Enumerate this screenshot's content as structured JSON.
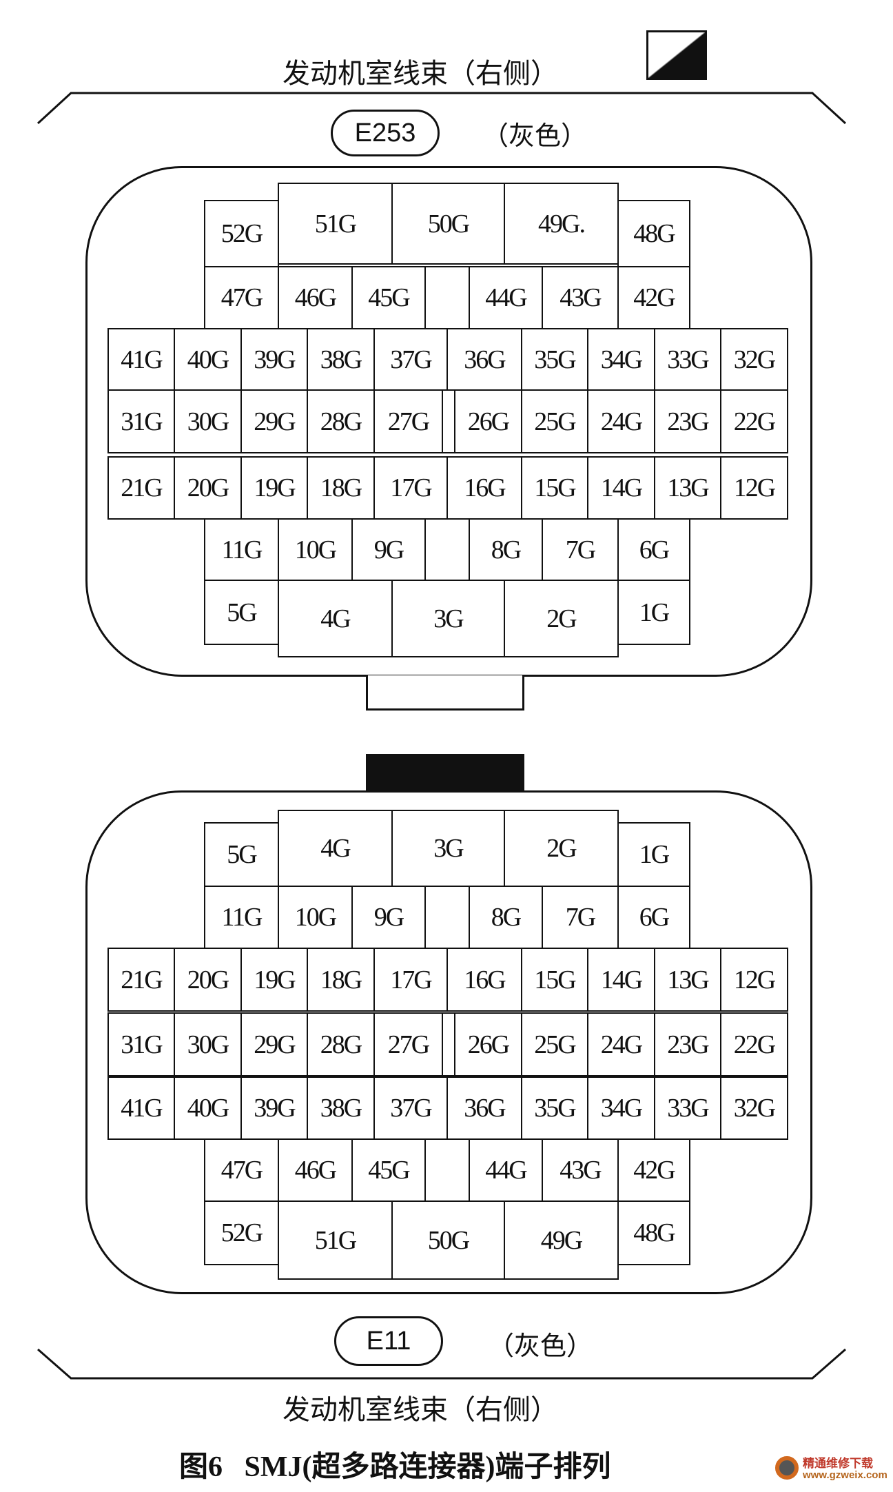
{
  "figure": {
    "caption_number": "图6",
    "caption_text": "SMJ(超多路连接器)端子排列"
  },
  "watermark": {
    "brand": "精通维修下载",
    "url": "www.gzweix.com"
  },
  "connectors": [
    {
      "harness": "发动机室线束（右侧）",
      "id": "E253",
      "color": "（灰色）",
      "rows": {
        "A": [
          "52G",
          "51G",
          "50G",
          "49G.",
          "48G"
        ],
        "B": [
          "47G",
          "46G",
          "45G",
          "",
          "44G",
          "43G",
          "42G"
        ],
        "C": [
          "41G",
          "40G",
          "39G",
          "38G",
          "37G",
          "36G",
          "35G",
          "34G",
          "33G",
          "32G"
        ],
        "D": [
          "31G",
          "30G",
          "29G",
          "28G",
          "27G",
          "",
          "26G",
          "25G",
          "24G",
          "23G",
          "22G"
        ],
        "E": [
          "21G",
          "20G",
          "19G",
          "18G",
          "17G",
          "16G",
          "15G",
          "14G",
          "13G",
          "12G"
        ],
        "F": [
          "11G",
          "10G",
          "9G",
          "",
          "8G",
          "7G",
          "6G"
        ],
        "G": [
          "5G",
          "4G",
          "3G",
          "2G",
          "1G"
        ]
      }
    },
    {
      "harness": "发动机室线束（右侧）",
      "id": "E11",
      "color": "（灰色）",
      "rows": {
        "A": [
          "52G",
          "51G",
          "50G",
          "49G",
          "48G"
        ],
        "B": [
          "47G",
          "46G",
          "45G",
          "",
          "44G",
          "43G",
          "42G"
        ],
        "C": [
          "41G",
          "40G",
          "39G",
          "38G",
          "37G",
          "36G",
          "35G",
          "34G",
          "33G",
          "32G"
        ],
        "D": [
          "31G",
          "30G",
          "29G",
          "28G",
          "27G",
          "",
          "26G",
          "25G",
          "24G",
          "23G",
          "22G"
        ],
        "E": [
          "21G",
          "20G",
          "19G",
          "18G",
          "17G",
          "16G",
          "15G",
          "14G",
          "13G",
          "12G"
        ],
        "F": [
          "11G",
          "10G",
          "9G",
          "",
          "8G",
          "7G",
          "6G"
        ],
        "G": [
          "5G",
          "4G",
          "3G",
          "2G",
          "1G"
        ]
      }
    }
  ]
}
